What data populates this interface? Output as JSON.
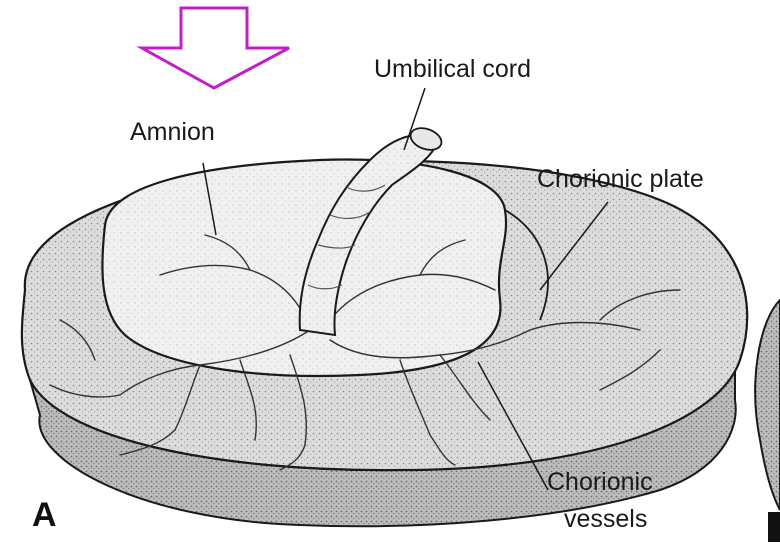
{
  "figure": {
    "panel_letter": "A",
    "labels": {
      "umbilical_cord": "Umbilical cord",
      "amnion": "Amnion",
      "chorionic_plate": "Chorionic plate",
      "chorionic_vessels_line1": "Chorionic",
      "chorionic_vessels_line2": "vessels"
    },
    "colors": {
      "arrow": "#c020c8",
      "ink": "#1a1a1a",
      "disc_fill": "#d9d9d9",
      "plate_fill": "#eeeeee"
    },
    "arrow_icon": "down-arrow-outline-icon"
  }
}
